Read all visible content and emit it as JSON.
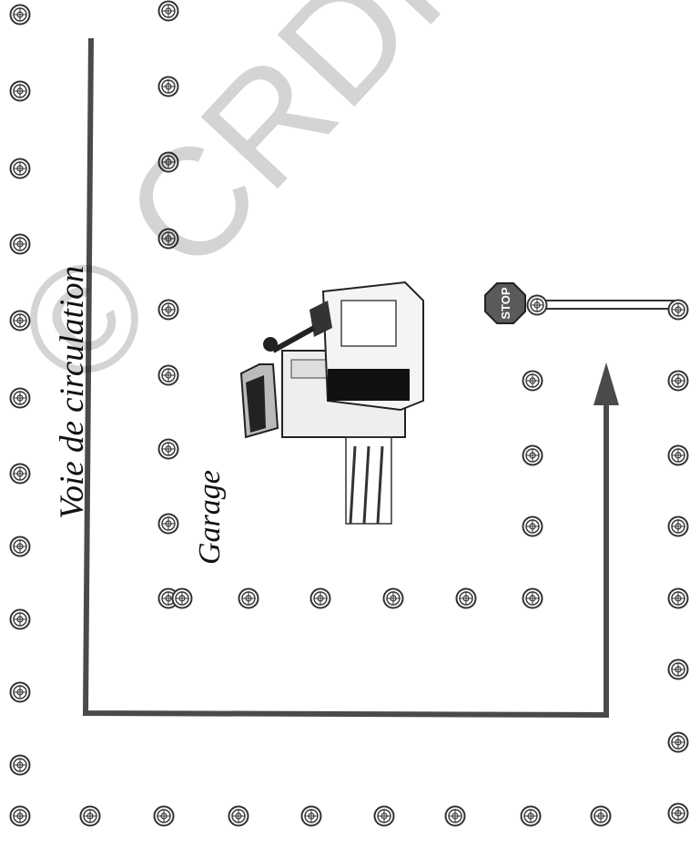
{
  "labels": {
    "circulation_lane": "Voie de circulation",
    "garage": "Garage",
    "stop_sign": "STOP"
  },
  "watermark": "© CRDP Nord Pas",
  "icons": {
    "bollard": "bollard-icon",
    "forklift": "forklift-icon",
    "stop": "stop-sign-icon",
    "arrow": "arrow-up-icon"
  },
  "colors": {
    "line": "#444444",
    "stop_sign": "#555555",
    "bollard_ring": "#333333",
    "watermark": "#d0d0d0"
  }
}
